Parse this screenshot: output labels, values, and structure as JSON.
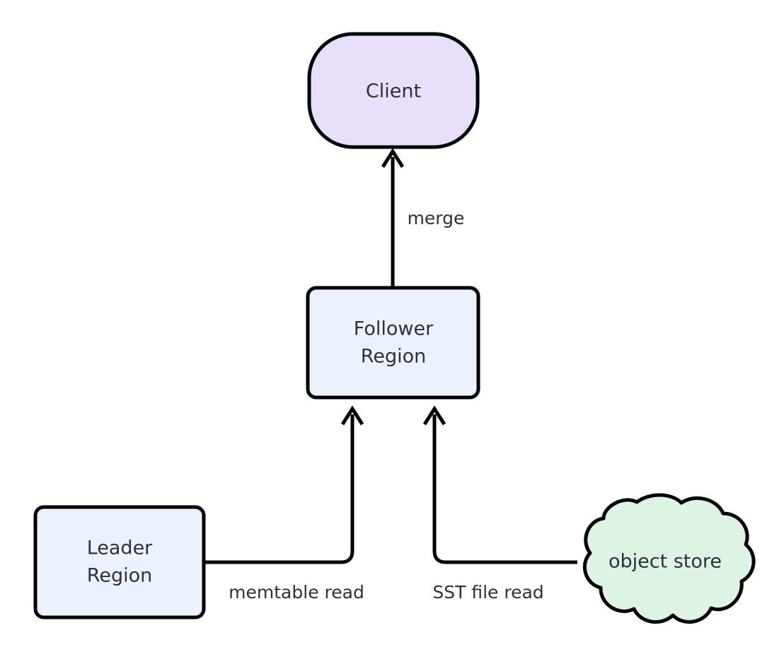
{
  "diagram": {
    "type": "flowchart",
    "direction": "bottom-to-top",
    "background_color": "#ffffff",
    "nodes": [
      {
        "id": "client",
        "label": "Client",
        "shape": "stadium",
        "fill_color": "#e8dffa",
        "stroke_color": "#000000",
        "text_color": "#303038"
      },
      {
        "id": "follower",
        "label_line1": "Follower",
        "label_line2": "Region",
        "shape": "rounded-rect",
        "fill_color": "#ecf2fd",
        "stroke_color": "#000000",
        "text_color": "#303038"
      },
      {
        "id": "leader",
        "label_line1": "Leader",
        "label_line2": "Region",
        "shape": "rounded-rect",
        "fill_color": "#ecf2fd",
        "stroke_color": "#000000",
        "text_color": "#303038"
      },
      {
        "id": "object-store",
        "label": "object store",
        "shape": "cloud",
        "fill_color": "#ddf3e3",
        "stroke_color": "#000000",
        "text_color": "#303038"
      }
    ],
    "edges": [
      {
        "id": "follower-to-client",
        "from": "follower",
        "to": "client",
        "label": "merge",
        "arrow": "end"
      },
      {
        "id": "leader-to-follower",
        "from": "leader",
        "to": "follower",
        "label": "memtable read",
        "arrow": "end"
      },
      {
        "id": "objectstore-to-follower",
        "from": "object-store",
        "to": "follower",
        "label": "SST file read",
        "arrow": "end"
      }
    ]
  }
}
